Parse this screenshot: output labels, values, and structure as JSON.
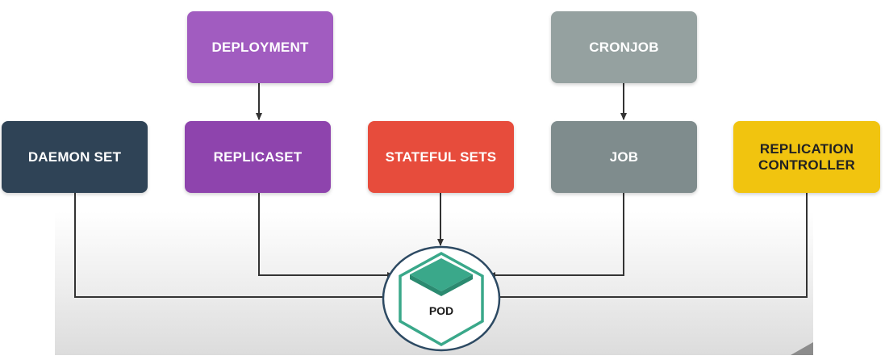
{
  "nodes": {
    "deployment": "DEPLOYMENT",
    "cronjob": "CRONJOB",
    "daemon_set": "DAEMON SET",
    "replicaset": "REPLICASET",
    "stateful_sets": "STATEFUL SETS",
    "job": "JOB",
    "replication_controller": "REPLICATION\nCONTROLLER"
  },
  "center": {
    "label": "POD"
  },
  "colors": {
    "deployment": "#a15cc0",
    "cronjob": "#95a1a0",
    "daemon_set": "#2f4356",
    "replicaset": "#8e44ad",
    "stateful_sets": "#e74c3c",
    "job": "#7f8c8d",
    "replication_controller": "#f1c40f",
    "pod_ring": "#2d4a63",
    "pod_hexagon": "#3aa88a",
    "arrow": "#333333"
  },
  "icons": {
    "pod": "pod-cube-icon"
  }
}
